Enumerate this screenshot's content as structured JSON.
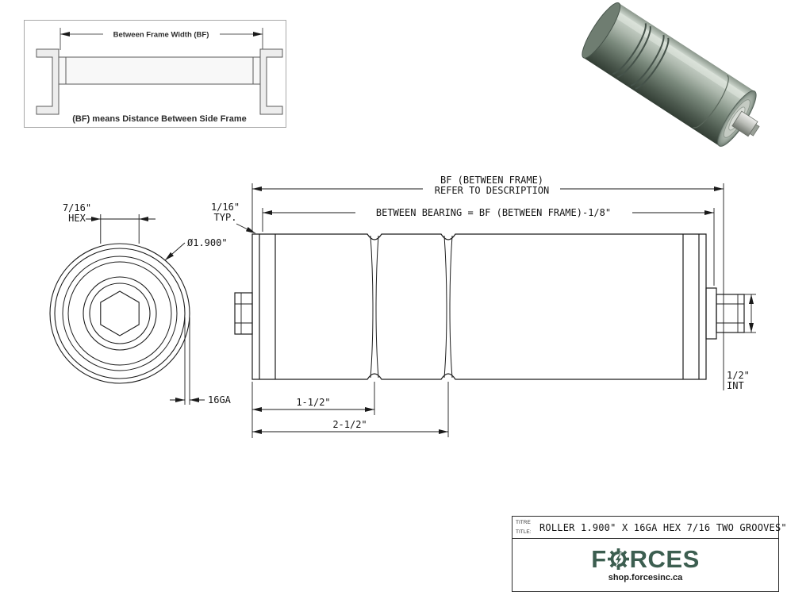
{
  "inset": {
    "dim_label": "Between Frame Width (BF)",
    "caption": "(BF) means Distance Between Side Frame"
  },
  "end_view": {
    "hex_size": "7/16\"",
    "hex_word": "HEX",
    "diameter": "Ø1.900\"",
    "gauge": "16GA"
  },
  "side_view": {
    "bf_line1": "BF (BETWEEN FRAME)",
    "bf_line2": "REFER TO DESCRIPTION",
    "between_bearing": "BETWEEN BEARING = BF (BETWEEN FRAME)-1/8\"",
    "typ_value": "1/16\"",
    "typ_word": "TYP.",
    "groove1_dim": "1-1/2\"",
    "groove2_dim": "2-1/2\"",
    "shaft_dim": "1/2\"",
    "shaft_note": "INT"
  },
  "render_3d": {
    "body_color": "#7b8a7d",
    "body_highlight": "#aeb9ae"
  },
  "title_block": {
    "label_fr": "TITRE",
    "label_en": "TITLE:",
    "title": "ROLLER 1.900\" X 16GA HEX 7/16 TWO GROOVES\"",
    "brand_prefix": "F",
    "brand_suffix": "RCES",
    "brand_color": "#3C5E50",
    "website": "shop.forcesinc.ca"
  }
}
